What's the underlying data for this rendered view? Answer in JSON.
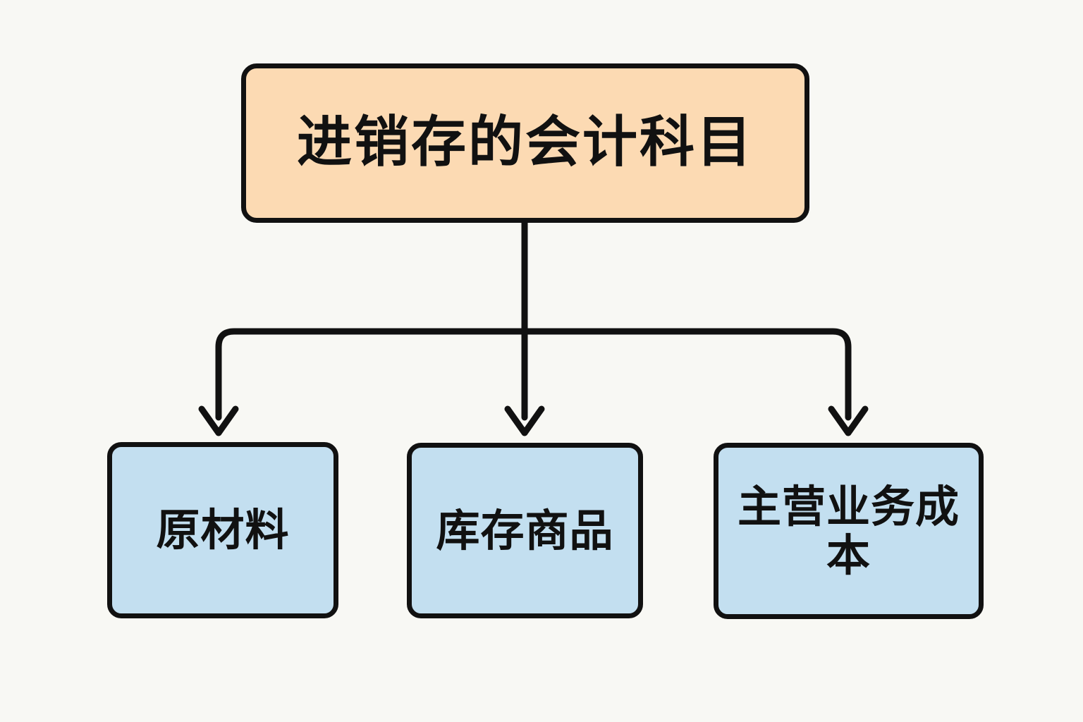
{
  "diagram": {
    "type": "flowchart-tree",
    "background_color": "#f8f8f4",
    "root": {
      "label": "进销存的会计科目",
      "fill_color": "#fcdab3",
      "border_color": "#111111"
    },
    "children": [
      {
        "label": "原材料",
        "fill_color": "#c3dff0",
        "border_color": "#111111"
      },
      {
        "label": "库存商品",
        "fill_color": "#c3dff0",
        "border_color": "#111111"
      },
      {
        "label": "主营业务成本",
        "fill_color": "#c3dff0",
        "border_color": "#111111"
      }
    ],
    "connector_color": "#111111"
  }
}
